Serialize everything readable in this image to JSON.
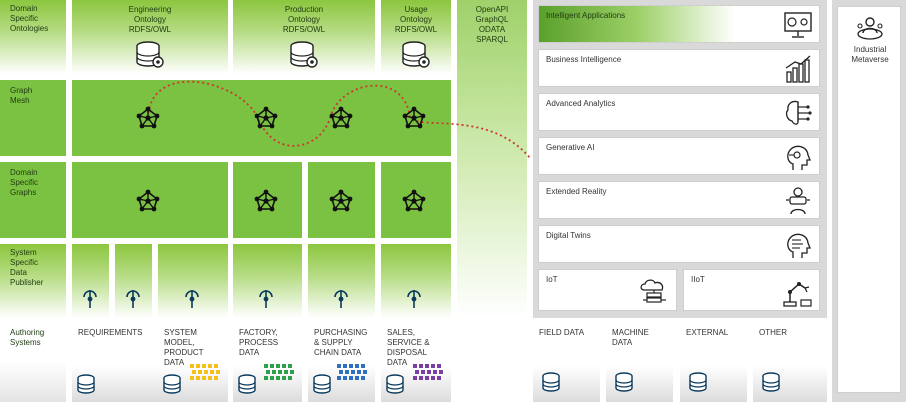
{
  "rows": {
    "domain_ontologies": "Domain\nSpecific\nOntologies",
    "graph_mesh": "Graph\nMesh",
    "domain_graphs": "Domain\nSpecific\nGraphs",
    "publisher": "System\nSpecific\nData\nPublisher",
    "authoring": "Authoring\nSystems"
  },
  "ontologies": {
    "engineering": "Engineering\nOntology\nRDFS/OWL",
    "production": "Production\nOntology\nRDFS/OWL",
    "usage": "Usage\nOntology\nRDFS/OWL",
    "api": "OpenAPI\nGraphQL\nODATA\nSPARQL"
  },
  "applications": [
    {
      "label": "Intelligent Applications",
      "icon": "dashboard-monitor-icon"
    },
    {
      "label": "Business Intelligence",
      "icon": "bar-chart-icon"
    },
    {
      "label": "Advanced Analytics",
      "icon": "brain-circuit-icon"
    },
    {
      "label": "Generative AI",
      "icon": "ai-head-icon"
    },
    {
      "label": "Extended Reality",
      "icon": "vr-headset-icon"
    },
    {
      "label": "Digital Twins",
      "icon": "digital-head-icon"
    }
  ],
  "iot": {
    "label": "IoT",
    "icon": "cloud-server-icon"
  },
  "iiot": {
    "label": "IIoT",
    "icon": "robot-arm-icon"
  },
  "metaverse": {
    "label": "Industrial\nMetaverse",
    "icon": "people-group-icon"
  },
  "authoring_systems": [
    {
      "label": "REQUIREMENTS",
      "pattern_color": "#c0262d"
    },
    {
      "label": "SYSTEM\nMODEL,\nPRODUCT\nDATA",
      "pattern_color": "#f2c21b"
    },
    {
      "label": "FACTORY,\nPROCESS\nDATA",
      "pattern_color": "#2ea04a"
    },
    {
      "label": "PURCHASING\n& SUPPLY\nCHAIN DATA",
      "pattern_color": "#2f6fc0"
    },
    {
      "label": "SALES,\nSERVICE &\nDISPOSAL\nDATA",
      "pattern_color": "#7a3fa0"
    }
  ],
  "data_sources": [
    {
      "label": "FIELD DATA"
    },
    {
      "label": "MACHINE\nDATA"
    },
    {
      "label": "EXTERNAL"
    },
    {
      "label": "OTHER"
    }
  ],
  "colors": {
    "green": "#7bc142",
    "dark_green": "#5aa02c",
    "mesh_line": "#d0342c",
    "panel_gray": "#d9d9d9"
  }
}
